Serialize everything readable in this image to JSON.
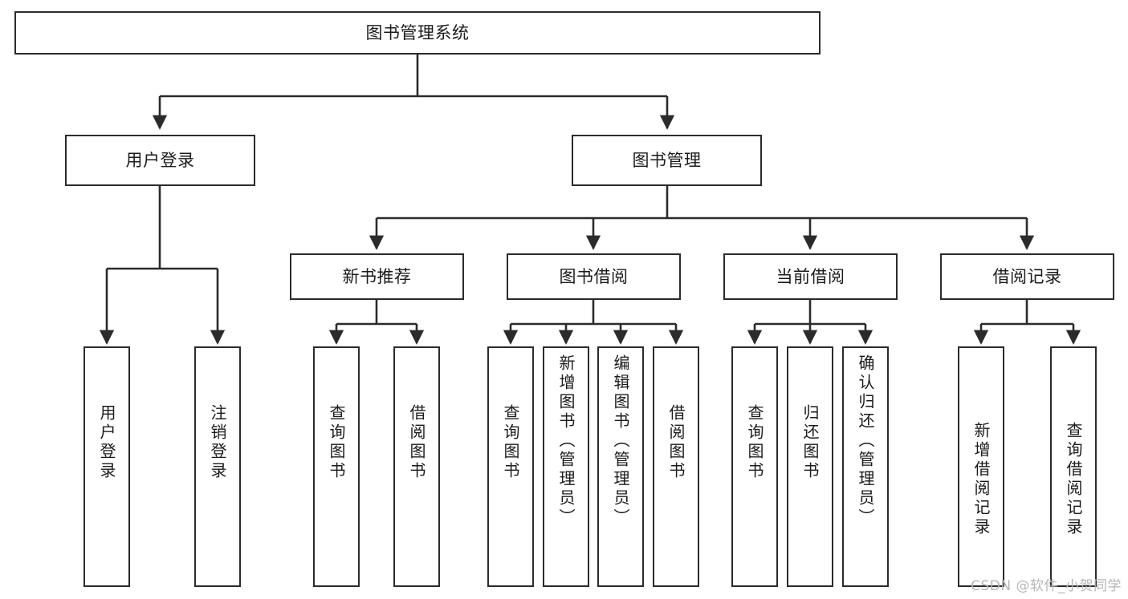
{
  "diagram": {
    "type": "tree-hierarchy",
    "title": "图书管理系统",
    "watermark": "CSDN @软件_小贺同学",
    "colors": {
      "stroke": "#2b2b2b",
      "fill": "#ffffff",
      "text": "#1b1b1b",
      "watermark": "#b5b5b5"
    },
    "nodes": {
      "root": {
        "label": "图书管理系统"
      },
      "level2": [
        {
          "id": "user-login",
          "label": "用户登录"
        },
        {
          "id": "book-manage",
          "label": "图书管理"
        }
      ],
      "level3": [
        {
          "id": "new-book-recommend",
          "label": "新书推荐"
        },
        {
          "id": "book-borrow",
          "label": "图书借阅"
        },
        {
          "id": "current-borrow",
          "label": "当前借阅"
        },
        {
          "id": "borrow-record",
          "label": "借阅记录"
        }
      ],
      "leaves": {
        "user-login": [
          {
            "id": "leaf-user-login",
            "label": "用户登录"
          },
          {
            "id": "leaf-logout-login",
            "label": "注销登录"
          }
        ],
        "new-book-recommend": [
          {
            "id": "leaf-query-book-1",
            "label": "查询图书"
          },
          {
            "id": "leaf-borrow-book-1",
            "label": "借阅图书"
          }
        ],
        "book-borrow": [
          {
            "id": "leaf-query-book-2",
            "label": "查询图书"
          },
          {
            "id": "leaf-add-book",
            "label": "新增图书（管理员）"
          },
          {
            "id": "leaf-edit-book",
            "label": "编辑图书（管理员）"
          },
          {
            "id": "leaf-borrow-book-2",
            "label": "借阅图书"
          }
        ],
        "current-borrow": [
          {
            "id": "leaf-query-book-3",
            "label": "查询图书"
          },
          {
            "id": "leaf-return-book",
            "label": "归还图书"
          },
          {
            "id": "leaf-confirm-return",
            "label": "确认归还（管理员）"
          }
        ],
        "borrow-record": [
          {
            "id": "leaf-add-record",
            "label": "新增借阅记录"
          },
          {
            "id": "leaf-query-record",
            "label": "查询借阅记录"
          }
        ]
      }
    }
  }
}
